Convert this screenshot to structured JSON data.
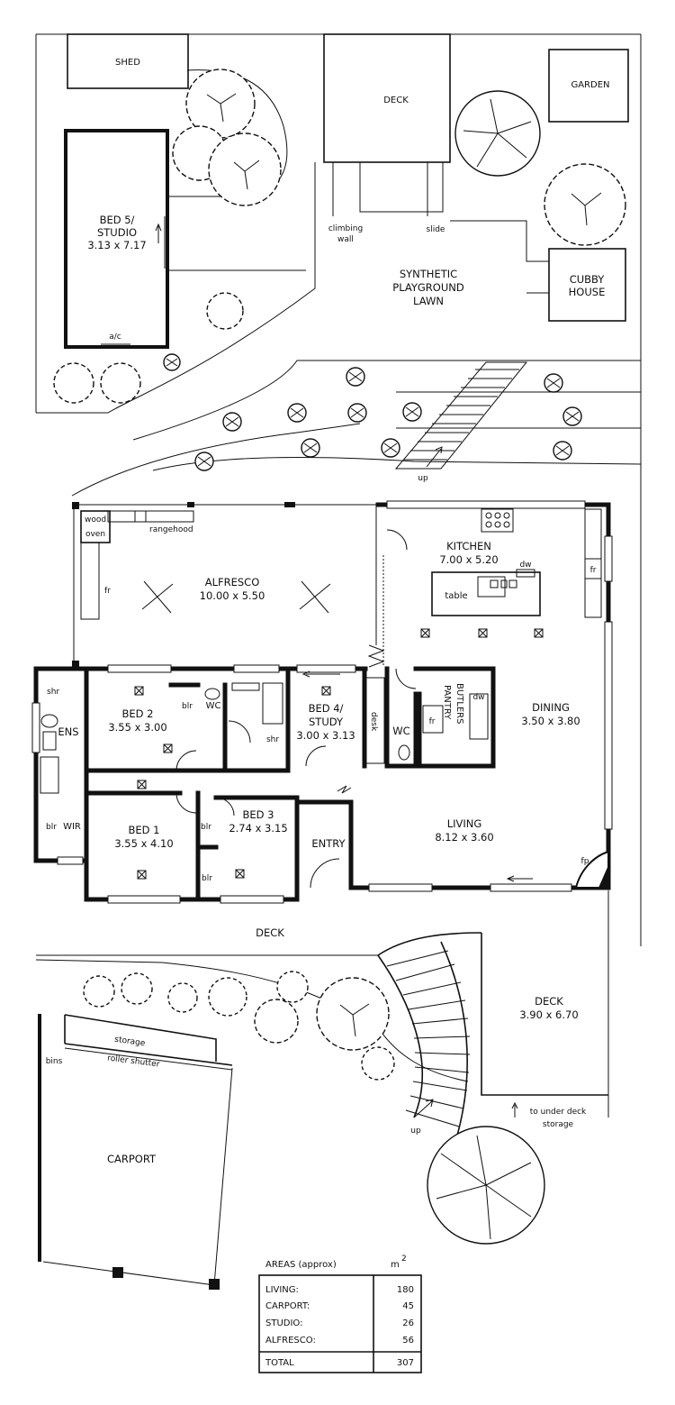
{
  "outdoor": {
    "shed": "SHED",
    "deck_top": "DECK",
    "garden": "GARDEN",
    "studio": [
      "BED 5/",
      "STUDIO",
      "3.13 x 7.17"
    ],
    "ac": "a/c",
    "climbing_wall": [
      "climbing",
      "wall"
    ],
    "slide": "slide",
    "lawn": [
      "SYNTHETIC",
      "PLAYGROUND",
      "LAWN"
    ],
    "cubby": [
      "CUBBY",
      "HOUSE"
    ],
    "up_top": "up",
    "deck_mid": "DECK",
    "deck_right": [
      "DECK",
      "3.90 x 6.70"
    ],
    "under_deck": [
      "to under deck",
      "storage"
    ],
    "up_bottom": "up",
    "storage": "storage",
    "roller_shutter": "roller shutter",
    "bins": "bins",
    "carport": "CARPORT"
  },
  "rooms": {
    "wood_oven": [
      "wood",
      "oven"
    ],
    "rangehood": "rangehood",
    "fr_alfresco": "fr",
    "alfresco": [
      "ALFRESCO",
      "10.00 x 5.50"
    ],
    "kitchen": [
      "KITCHEN",
      "7.00 x 5.20"
    ],
    "dw_kitchen": "dw",
    "table": "table",
    "fr_kitchen": "fr",
    "shr_ens": "shr",
    "ens": "ENS",
    "bed2": [
      "BED 2",
      "3.55 x 3.00"
    ],
    "blr_bed2": "blr",
    "wc1": "WC",
    "shr_bath": "shr",
    "bed4": [
      "BED 4/",
      "STUDY",
      "3.00 x 3.13"
    ],
    "desk": "desk",
    "wc2": "WC",
    "fr_pantry": "fr",
    "butlers_pantry": [
      "BUTLERS",
      "PANTRY"
    ],
    "dw_pantry": "dw",
    "dining": [
      "DINING",
      "3.50 x 3.80"
    ],
    "blr_wir": "blr",
    "wir": "WIR",
    "bed1": [
      "BED 1",
      "3.55 x 4.10"
    ],
    "blr_bed1a": "blr",
    "blr_bed1b": "blr",
    "bed3": [
      "BED 3",
      "2.74 x 3.15"
    ],
    "entry": "ENTRY",
    "living": [
      "LIVING",
      "8.12 x 3.60"
    ],
    "fp": "fp"
  },
  "areas": {
    "title": "AREAS (approx)",
    "unit": "m",
    "unit_sup": "2",
    "rows": [
      {
        "label": "LIVING:",
        "value": "180"
      },
      {
        "label": "CARPORT:",
        "value": "45"
      },
      {
        "label": "STUDIO:",
        "value": "26"
      },
      {
        "label": "ALFRESCO:",
        "value": "56"
      }
    ],
    "total_label": "TOTAL",
    "total_value": "307"
  }
}
